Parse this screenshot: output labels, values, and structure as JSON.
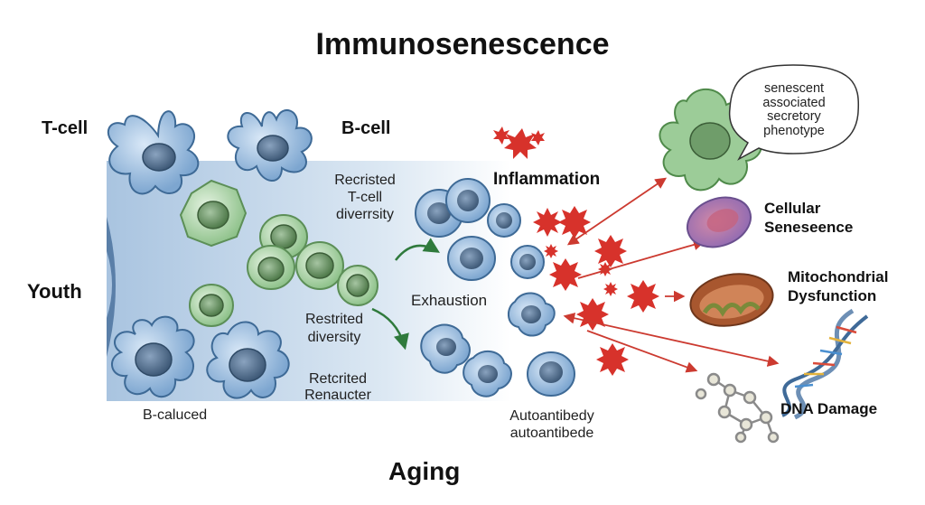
{
  "title": "Immunosenescence",
  "labels": {
    "tcell": "T-cell",
    "bcell": "B-cell",
    "youth": "Youth",
    "aging": "Aging",
    "inflammation": "Inflammation",
    "recristed": [
      "Recristed",
      "T-cell",
      "diverrsity"
    ],
    "exhaustion": "Exhaustion",
    "restrited": [
      "Restrited",
      "diversity"
    ],
    "retcrited": [
      "Retcrited",
      "Renaucter"
    ],
    "bcaluced": "B-caluced",
    "autoantibody": [
      "Autoantibedy",
      "autoantibede"
    ]
  },
  "speech_bubble": [
    "senescent",
    "associated",
    "secretory",
    "phenotype"
  ],
  "outcomes": {
    "cellular": [
      "Cellular",
      "Seneseence"
    ],
    "mito": [
      "Mitochondrial",
      "Dysfunction"
    ],
    "dna": "DNA Damage"
  },
  "colors": {
    "band_left": "#a9c4e0",
    "band_right": "#ffffff",
    "youth_accent": "#5a7fa8",
    "t_cell_blue": "#8db3d9",
    "green_cell": "#a9d4a6",
    "cytokine_red": "#d7322b",
    "arrow_red": "#cc3a30",
    "arrow_green": "#2f7a3c",
    "senescent_green": "#9ccc98",
    "purple_cell": "#b9a0cf",
    "mito_brown": "#a8572f"
  },
  "icons": [
    "star-cytokine-icon",
    "dendritic-cell-icon",
    "dna-helix-icon",
    "molecule-icon",
    "mitochondrion-icon"
  ]
}
